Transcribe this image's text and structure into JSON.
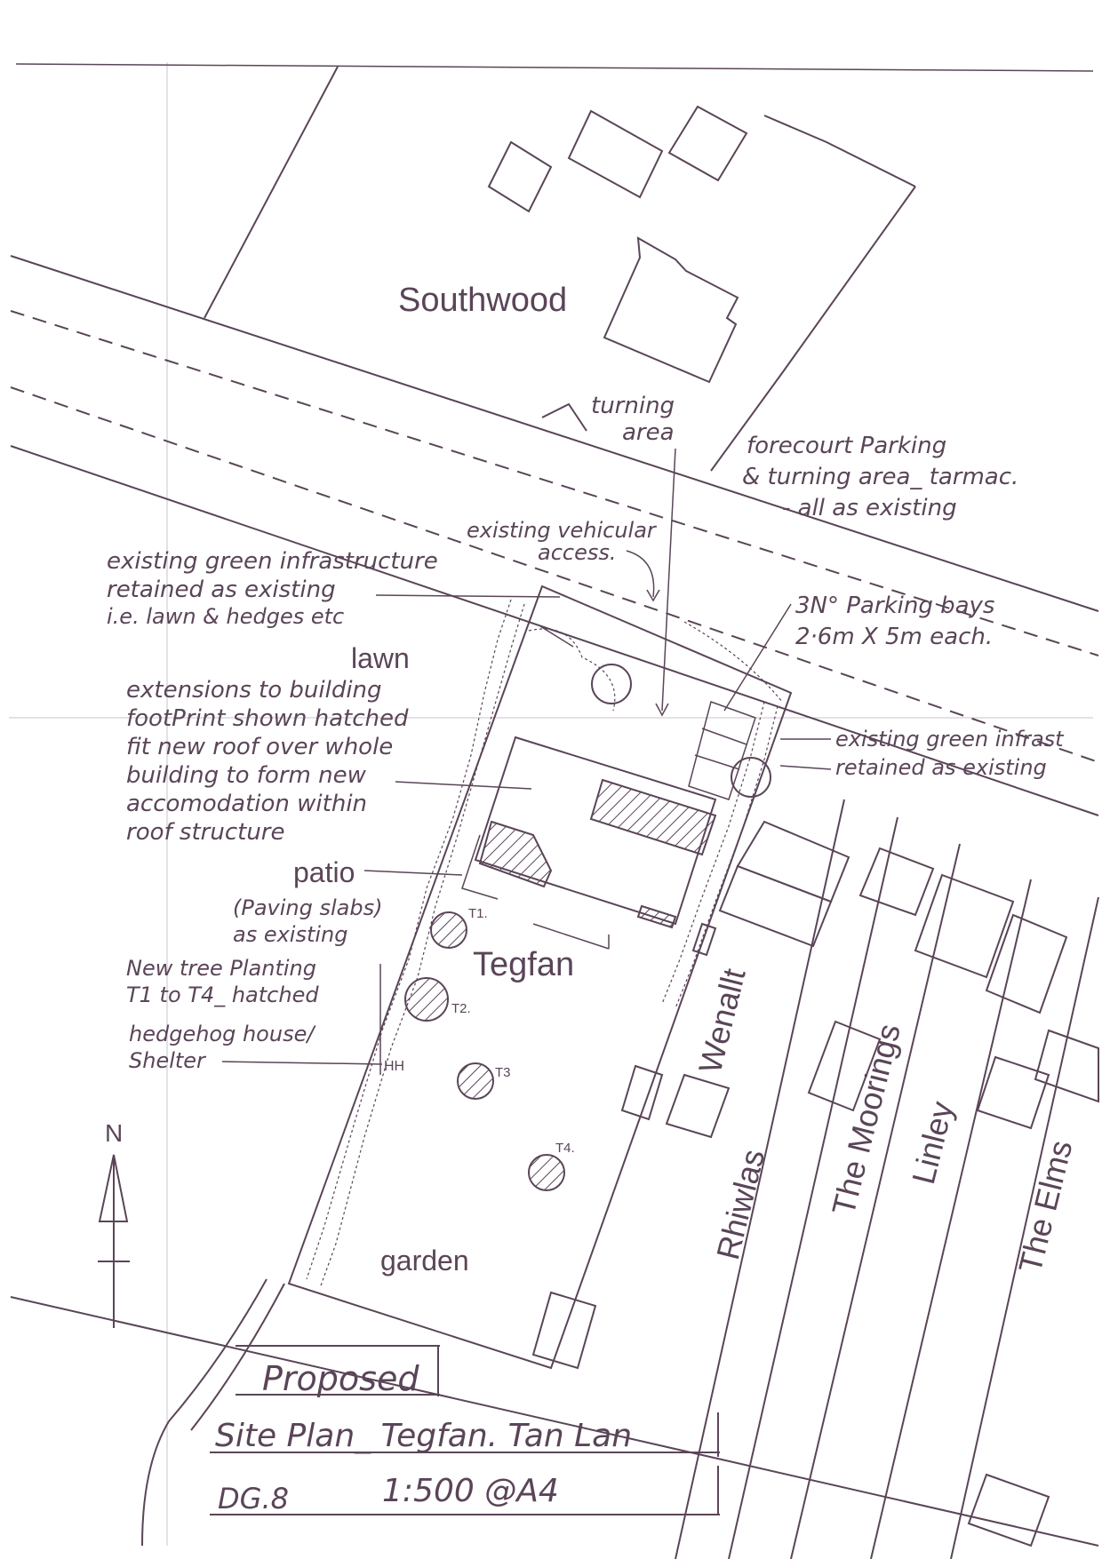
{
  "plan": {
    "properties": {
      "southwood": "Southwood",
      "tegfan": "Tegfan",
      "wenallt": "Wenallt",
      "rhiwlas": "Rhiwlas",
      "the_moorings": "The Moorings",
      "linley": "Linley",
      "the_elms": "The Elms"
    },
    "annotations": {
      "turning_area_1": "turning",
      "turning_area_2": "area",
      "forecourt_1": "forecourt Parking",
      "forecourt_2": "& turning area_ tarmac.",
      "forecourt_3": "- all as existing",
      "vehicular_1": "existing vehicular",
      "vehicular_2": "access.",
      "green_infra_1": "existing green infrastructure",
      "green_infra_2": "retained as existing",
      "green_infra_3": "i.e. lawn & hedges etc",
      "parking_1": "3N° Parking bays",
      "parking_2": "2·6m X 5m each.",
      "lawn": "lawn",
      "extensions_1": "extensions to building",
      "extensions_2": "footPrint shown hatched",
      "extensions_3": "fit new roof over whole",
      "extensions_4": "building to form new",
      "extensions_5": "accomodation within",
      "extensions_6": "roof structure",
      "green_right_1": "existing green infrast",
      "green_right_2": "retained as existing",
      "patio": "patio",
      "paving_1": "(Paving slabs)",
      "paving_2": "as existing",
      "trees_1": "New tree Planting",
      "trees_2": "T1 to T4_ hatched",
      "hedgehog_1": "hedgehog house/",
      "hedgehog_2": "Shelter",
      "hh": "HH",
      "garden": "garden"
    },
    "trees": [
      {
        "label": "T1."
      },
      {
        "label": "T2."
      },
      {
        "label": "T3"
      },
      {
        "label": "T4."
      }
    ],
    "north": "N",
    "title_block": {
      "proposed": "Proposed",
      "site_plan": "Site Plan_ Tegfan. Tan Lan",
      "drawing_no": "DG.8",
      "scale": "1:500 @A4"
    }
  }
}
